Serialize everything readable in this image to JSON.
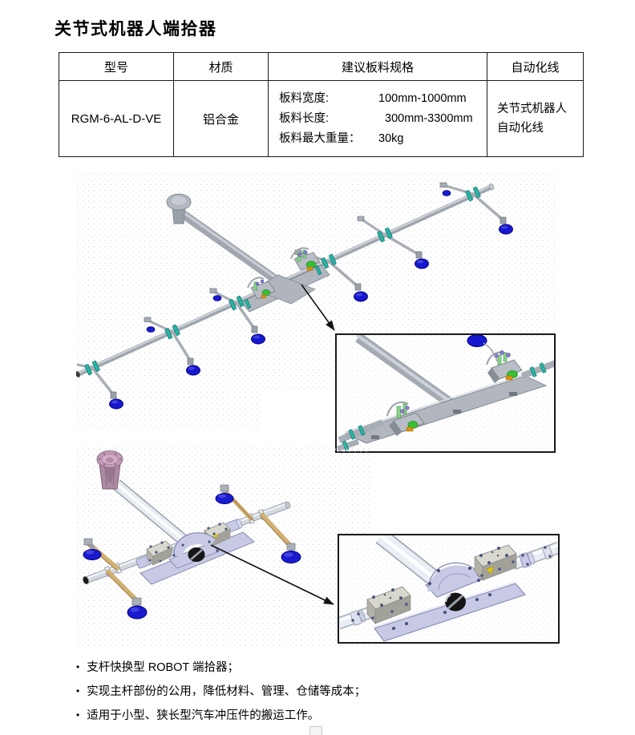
{
  "page": {
    "title": "关节式机器人端拾器",
    "bullet_marker": "•"
  },
  "table": {
    "headers": [
      "型号",
      "材质",
      "建议板料规格",
      "自动化线"
    ],
    "row": {
      "model": "RGM-6-AL-D-VE",
      "material": "铝合金",
      "specs": [
        {
          "label": "板料宽度:",
          "value": "100mm-1000mm"
        },
        {
          "label": "板料长度:",
          "value": "300mm-3300mm"
        },
        {
          "label": "板料最大重量：",
          "value": "30kg"
        }
      ],
      "automation_line": [
        "关节式机器人",
        "自动化线"
      ]
    }
  },
  "bullets": [
    "支杆快换型 ROBOT 端拾器；",
    "实现主杆部份的公用，降低材料、管理、仓储等成本；",
    "适用于小型、狭长型汽车冲压件的搬运工作。"
  ],
  "colors": {
    "suction_cup_blue": "#1a1acd",
    "clamp_teal": "#28b4a6",
    "quick_change_green": "#35c235",
    "knob_purple": "#8a7ad0",
    "accent_orange": "#d59110",
    "frame_lavender": "#c7c9e5",
    "rod_tan": "#d2b173",
    "flange_pink": "#c29cb6",
    "tube_gray": "#a8aeb6",
    "box_border": "#1a1a1a"
  }
}
